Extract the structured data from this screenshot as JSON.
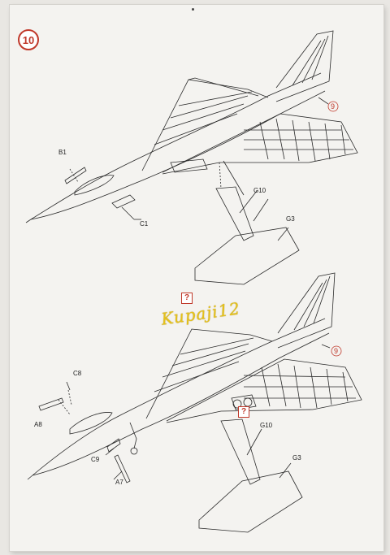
{
  "step": {
    "number": "10"
  },
  "top_view": {
    "labels": {
      "b1": "B1",
      "c1": "C1",
      "g10": "G10",
      "g3": "G3"
    },
    "callout": "9"
  },
  "bottom_view": {
    "labels": {
      "c8": "C8",
      "a8": "A8",
      "c9": "C9",
      "a7": "A7",
      "g10": "G10",
      "g3": "G3"
    },
    "callout": "9",
    "unknown_marks": [
      "?",
      "?"
    ]
  },
  "watermark": {
    "text": "Kupaji12"
  },
  "colors": {
    "accent_red": "#c0392b",
    "line": "#2a2a2a",
    "paper": "#f4f3f0",
    "watermark": "#e6c21a"
  }
}
